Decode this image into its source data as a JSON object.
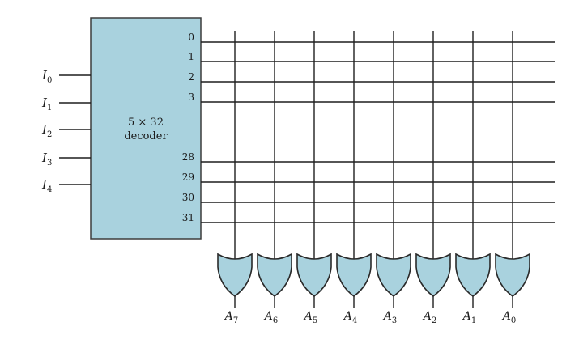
{
  "decoder": {
    "label_line1": "5 × 32",
    "label_line2": "decoder",
    "fill_color": "#a9d2de",
    "border_color": "#3c3c3c"
  },
  "inputs": [
    {
      "letter": "I",
      "sub": "0"
    },
    {
      "letter": "I",
      "sub": "1"
    },
    {
      "letter": "I",
      "sub": "2"
    },
    {
      "letter": "I",
      "sub": "3"
    },
    {
      "letter": "I",
      "sub": "4"
    }
  ],
  "minterms": [
    "0",
    "1",
    "2",
    "3",
    "28",
    "29",
    "30",
    "31"
  ],
  "outputs": [
    {
      "letter": "A",
      "sub": "7"
    },
    {
      "letter": "A",
      "sub": "6"
    },
    {
      "letter": "A",
      "sub": "5"
    },
    {
      "letter": "A",
      "sub": "4"
    },
    {
      "letter": "A",
      "sub": "3"
    },
    {
      "letter": "A",
      "sub": "2"
    },
    {
      "letter": "A",
      "sub": "1"
    },
    {
      "letter": "A",
      "sub": "0"
    }
  ],
  "gate_color": "#a9d2de",
  "wire_color": "#1f1f1f"
}
